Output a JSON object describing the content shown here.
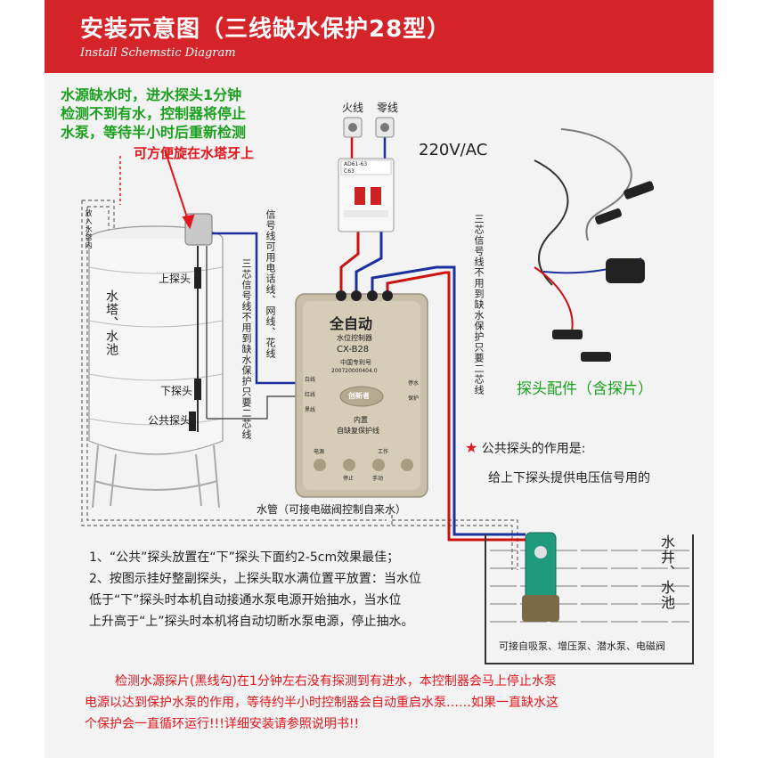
{
  "header": {
    "title": "安装示意图（三线缺水保护28型）",
    "subtitle": "Install Schemstic Diagram"
  },
  "top_note": {
    "lines": [
      "水源缺水时，进水探头1分钟",
      "检测不到有水，控制器将停止",
      "水泵，等待半小时后重新检测"
    ],
    "mount_tip": "可方便旋在水塔牙上"
  },
  "tank": {
    "overflow_label": "放入水塔内",
    "name": "水塔、水池",
    "probe_upper": "上探头",
    "probe_lower": "下探头",
    "probe_common": "公共探头"
  },
  "wires": {
    "left_three_core": "三芯信号线不用到缺水保护只要二芯线",
    "signal_line": "信号线可用电话线、网线、花线",
    "right_three_core": "三芯信号线不用到缺水保护只要二芯线"
  },
  "power": {
    "live": "火线",
    "neutral": "零线",
    "voltage": "220V/AC"
  },
  "breaker": {
    "model": "AD61-63",
    "rating": "C63"
  },
  "controller": {
    "brand": "全自动",
    "type": "水位控制器",
    "model": "CX-B28",
    "maker": "中国专利号",
    "patent": "200720000404.0",
    "logo": "创新者",
    "feature_prefix": "内置",
    "feature": "自缺复保护线",
    "left_terminals": [
      "白线",
      "红线",
      "黑线"
    ],
    "right_terminals": [
      "停水",
      "保护"
    ],
    "panel_buttons": [
      "电源",
      "工作",
      "停止",
      "手动"
    ]
  },
  "accessories_label": "探头配件（含探片）",
  "common_probe": {
    "star": "★",
    "title": "公共探头的作用是:",
    "desc": "给上下探头提供电压信号用的"
  },
  "pipe_label": "水管（可接电磁阀控制自来水）",
  "well": {
    "label": "水井、水池",
    "pump_types": "可接自吸泵、增压泵、潜水泵、电磁阀"
  },
  "instructions": [
    "1、“公共”探头放置在“下”探头下面约2-5cm效果最佳；",
    "2、按图示挂好整副探头，上探头取水满位置平放置：当水位",
    "低于“下”探头时本机自动接通水泵电源开始抽水，当水位",
    "上升高于“上”探头时本机将自动切断水泵电源，停止抽水。"
  ],
  "bottom_note": [
    "检测水源探片(黑线勾)在1分钟左右没有探测到有进水，本控制器会马上停止水泵",
    "电源以达到保护水泵的作用，等待约半小时控制器会自动重启水泵……如果一直缺水这",
    "个保护会一直循环运行!!!详细安装请参照说明书!!"
  ],
  "colors": {
    "banner": "#d4242a",
    "note_green": "#1aa01e",
    "note_red": "#e3141b",
    "live_wire": "#cc1111",
    "signal_wire": "#1c2f9e",
    "controller_body": "#c9bfa9"
  }
}
